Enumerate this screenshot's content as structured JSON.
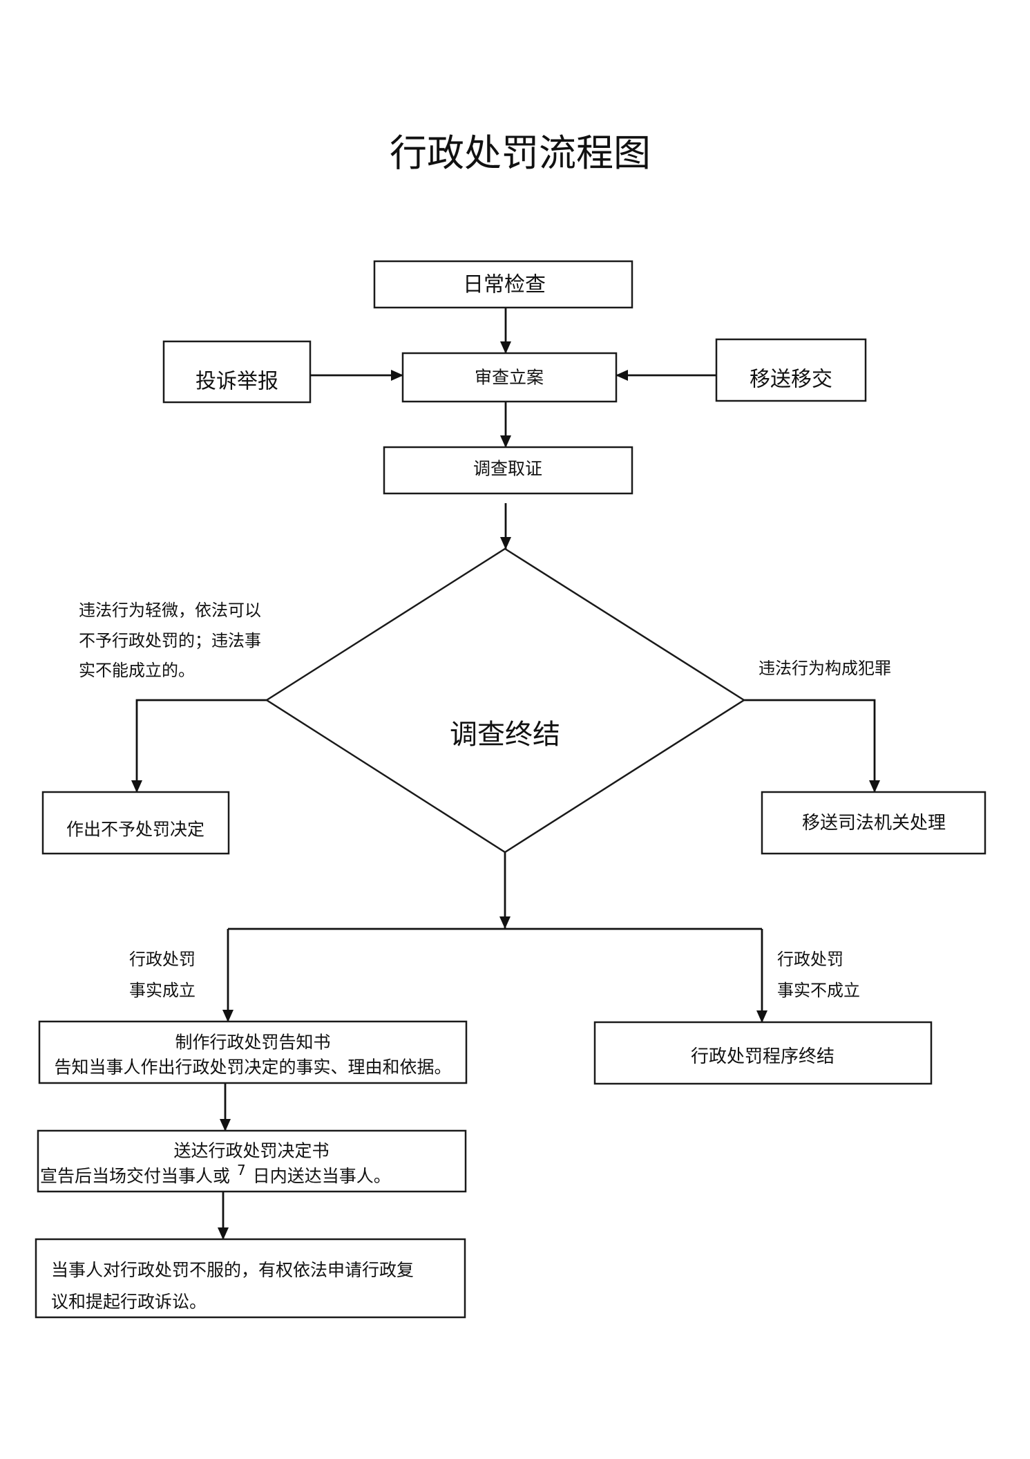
{
  "title": "行政处罚流程图",
  "nodes": {
    "daily_inspection": "日常检查",
    "complaint_report": "投诉举报",
    "review_filing": "审查立案",
    "transfer_handover": "移送移交",
    "investigation": "调查取证",
    "investigation_end": "调查终结",
    "no_penalty_decision": "作出不予处罚决定",
    "transfer_judicial": "移送司法机关处理",
    "notice": {
      "line1": "制作行政处罚告知书",
      "line2": "告知当事人作出行政处罚决定的事实、理由和依据。"
    },
    "procedure_end": "行政处罚程序终结",
    "delivery": {
      "line1": "送达行政处罚决定书",
      "line2_prefix": "宣告后当场交付当事人或",
      "line2_number": "7",
      "line2_suffix": "日内送达当事人。"
    },
    "remedy": {
      "line1": "当事人对行政处罚不服的，有权依法申请行政复",
      "line2": "议和提起行政诉讼。"
    }
  },
  "labels": {
    "minor_violation": [
      "违法行为轻微，依法可以",
      "不予行政处罚的；违法事",
      "实不能成立的。"
    ],
    "crime": "违法行为构成犯罪",
    "fact_established": [
      "行政处罚",
      "事实成立"
    ],
    "fact_not_established": [
      "行政处罚",
      "事实不成立"
    ]
  }
}
